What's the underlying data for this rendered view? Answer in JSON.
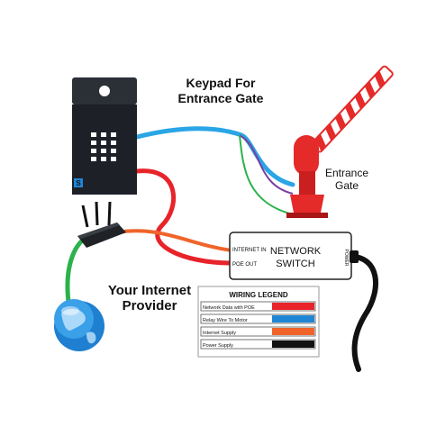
{
  "labels": {
    "keypad_line1": "Keypad For",
    "keypad_line2": "Entrance Gate",
    "gate_line1": "Entrance",
    "gate_line2": "Gate",
    "provider_line1": "Your Internet",
    "provider_line2": "Provider",
    "switch_line1": "NETWORK",
    "switch_line2": "SWITCH",
    "port_in": "INTERNET IN",
    "port_out": "POE OUT",
    "port_power": "POWER",
    "keypad_badge": "S"
  },
  "legend": {
    "title": "WIRING LEGEND",
    "items": [
      {
        "label": "Network Data with POE",
        "color": "#e8232a"
      },
      {
        "label": "Relay Wire To Motor",
        "color": "#1f86d6"
      },
      {
        "label": "Internet Supply",
        "color": "#f0642a"
      },
      {
        "label": "Power Supply",
        "color": "#111111"
      }
    ]
  },
  "colors": {
    "poe_red": "#e8232a",
    "relay_blue": "#2aa5e6",
    "internet_green": "#2cb24a",
    "purple": "#7a3fa0",
    "power_black": "#111111",
    "gate_red": "#e52a2a"
  }
}
